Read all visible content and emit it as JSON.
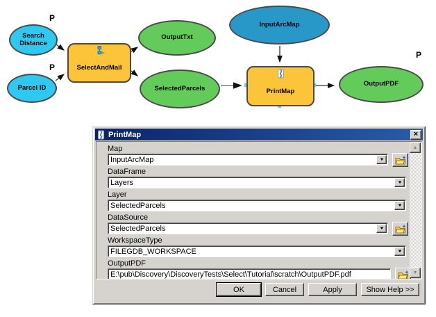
{
  "colors": {
    "param_fill": "#2fc8f0",
    "data_fill": "#2898c8",
    "derived_fill": "#63cb5a",
    "tool_fill": "#fcc438",
    "titlebar_start": "#0a246a",
    "titlebar_end": "#2a5ca8",
    "window_face": "#d6d3ce"
  },
  "model": {
    "nodes": {
      "search_distance": {
        "label": "Search Distance",
        "param": "P"
      },
      "parcel_id": {
        "label": "Parcel ID",
        "param": "P"
      },
      "select_and_mail": {
        "label": "SelectAndMail"
      },
      "output_txt": {
        "label": "OutputTxt"
      },
      "selected_parcels": {
        "label": "SelectedParcels"
      },
      "input_arc_map": {
        "label": "InputArcMap"
      },
      "print_map": {
        "label": "PrintMap"
      },
      "output_pdf": {
        "label": "OutputPDF",
        "param": "P"
      }
    }
  },
  "dialog": {
    "title": "PrintMap",
    "fields": [
      {
        "label": "Map",
        "value": "InputArcMap",
        "type": "combo",
        "browse": true
      },
      {
        "label": "DataFrame",
        "value": "Layers",
        "type": "combo",
        "browse": false
      },
      {
        "label": "Layer",
        "value": "SelectedParcels",
        "type": "combo",
        "browse": false
      },
      {
        "label": "DataSource",
        "value": "SelectedParcels",
        "type": "combo",
        "browse": true
      },
      {
        "label": "WorkspaceType",
        "value": "FILEGDB_WORKSPACE",
        "type": "combo",
        "browse": false
      },
      {
        "label": "OutputPDF",
        "value": "E:\\pub\\Discovery\\DiscoveryTests\\Select\\Tutorial\\scratch\\OutputPDF.pdf",
        "type": "text",
        "browse": true
      }
    ],
    "buttons": [
      "OK",
      "Cancel",
      "Apply",
      "Show Help >>"
    ]
  },
  "icons": {
    "close": "×",
    "dropdown": "▼",
    "scroll_up": "▲",
    "scroll_down": "▼"
  }
}
